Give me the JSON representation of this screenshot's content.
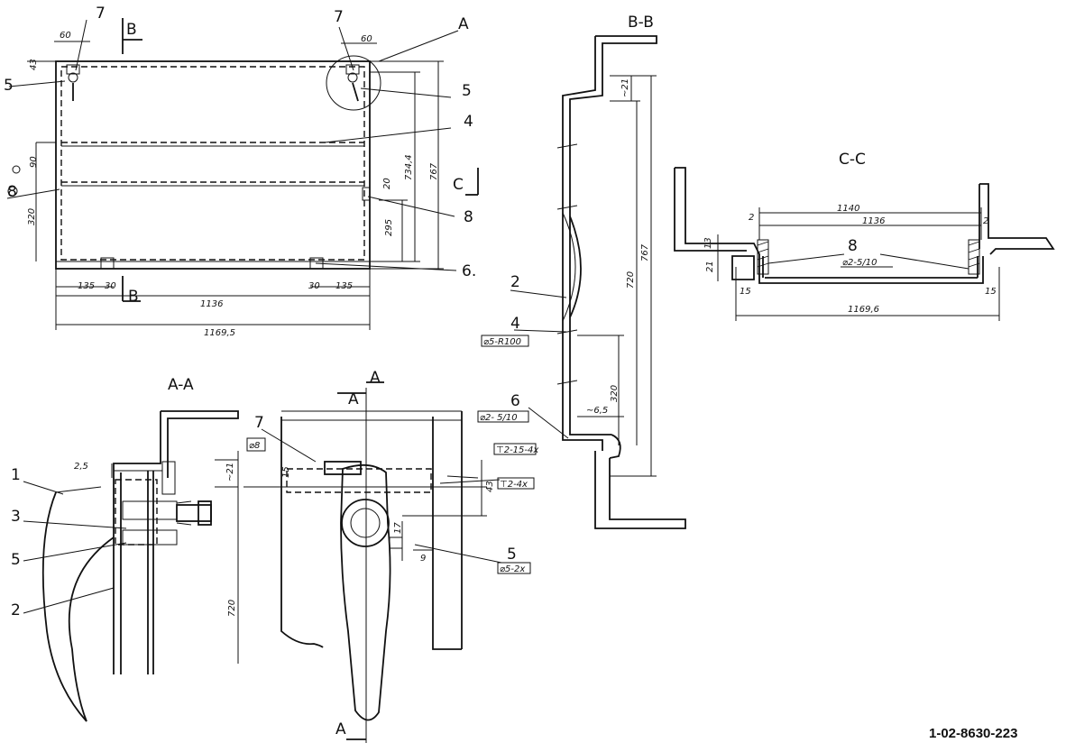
{
  "sections": {
    "top_b_left": "B",
    "top_b_bottom": "B",
    "aa_title": "A-A",
    "aa_marker_top": "A",
    "aa_marker_left": "A",
    "aa_marker_bottom": "A",
    "bb_title": "B-B",
    "cc_title": "C-C",
    "c_marker": "C",
    "detail_a": "A"
  },
  "callouts": {
    "top_7_left": "7",
    "top_7_right": "7",
    "top_5_left": "5",
    "top_5_right": "5",
    "top_4": "4",
    "top_8": "8",
    "top_6": "6.",
    "left_8": "8",
    "bb_2": "2",
    "bb_4": "4",
    "bb_6": "6",
    "cc_8": "8",
    "aa_1": "1",
    "aa_3": "3",
    "aa_5": "5",
    "aa_2": "2",
    "aa_7": "7",
    "aa_5b": "5"
  },
  "dimensions": {
    "d60_left": "60",
    "d60_right": "60",
    "d43": "43",
    "d90": "90",
    "d320": "320",
    "d734": "734,4",
    "d767": "767",
    "d20": "20",
    "d295": "295",
    "d135_left": "135",
    "d30_left": "30",
    "d1136": "1136",
    "d30_right": "30",
    "d135_right": "135",
    "d1169": "1169,5",
    "bb_21": "~21",
    "bb_767": "767",
    "bb_720": "720",
    "bb_320": "320",
    "bb_65": "~6,5",
    "bb_r100": "⌀5-R100",
    "bb_weld6": "⌀2- 5/10",
    "cc_1140": "1140",
    "cc_1136": "1136",
    "cc_2l": "2",
    "cc_2r": "2",
    "cc_13": "13",
    "cc_21": "21",
    "cc_15l": "15",
    "cc_15r": "15",
    "cc_1169": "1169,6",
    "cc_weld": "⌀2-5/10",
    "aa_25": "2,5",
    "aa_21": "~21",
    "aa_720": "720",
    "aa_8": "⌀8",
    "aa_15": "15",
    "aa_43": "43",
    "aa_weld1": "⊤2-15-4x",
    "aa_weld2": "⊤2-4x",
    "aa_17": "17",
    "aa_9": "9",
    "aa_weld3": "⌀5-2x"
  },
  "drawing_number": "1-02-8630-223"
}
